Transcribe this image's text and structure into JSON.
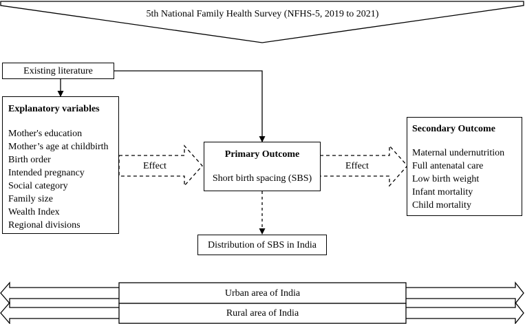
{
  "header": {
    "title": "5th National Family Health Survey (NFHS-5, 2019 to 2021)"
  },
  "literature": {
    "label": "Existing literature"
  },
  "explanatory": {
    "title": "Explanatory variables",
    "items": [
      "Mother's education",
      "Mother’s age at childbirth",
      "Birth order",
      "Intended pregnancy",
      "Social category",
      "Family size",
      "Wealth Index",
      "Regional divisions"
    ]
  },
  "primary": {
    "title": "Primary Outcome",
    "subtitle": "Short birth spacing (SBS)"
  },
  "secondary": {
    "title": "Secondary Outcome",
    "items": [
      "Maternal undernutrition",
      "Full antenatal care",
      "Low birth weight",
      "Infant mortality",
      "Child mortality"
    ]
  },
  "effect_left": "Effect",
  "effect_right": "Effect",
  "distribution": {
    "label": "Distribution of SBS in India"
  },
  "bands": {
    "urban": "Urban area of India",
    "rural": "Rural area of India"
  }
}
